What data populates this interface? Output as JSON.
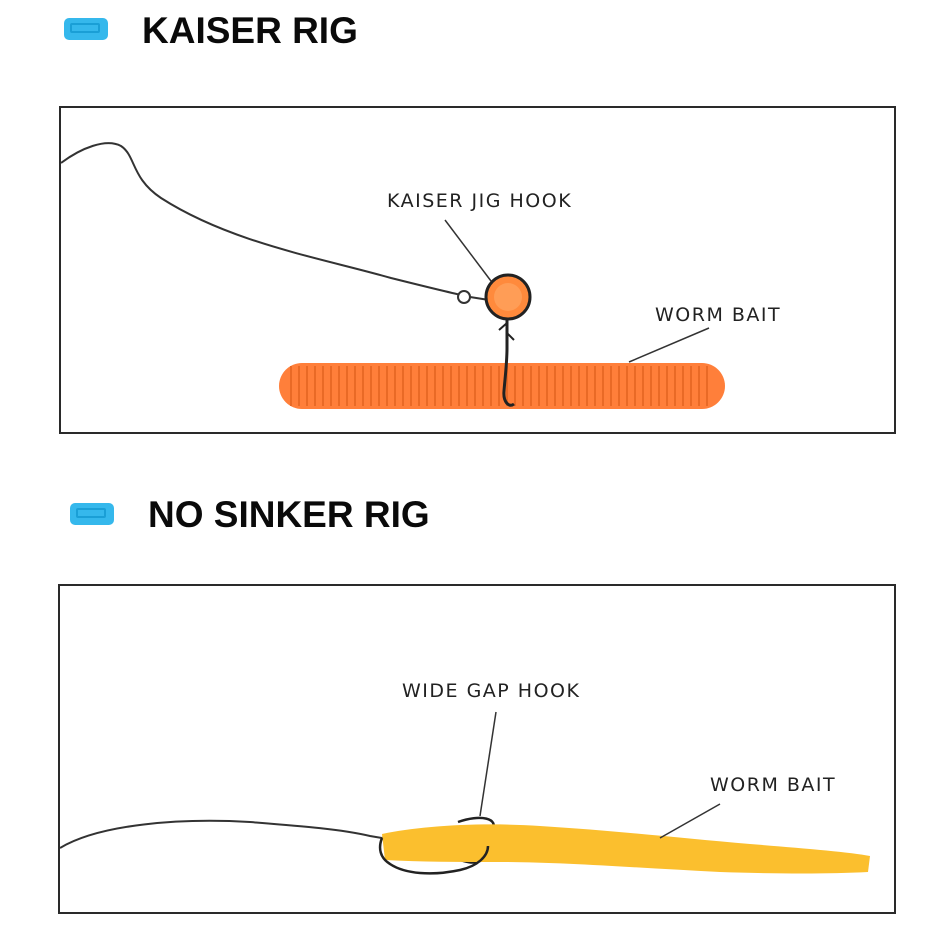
{
  "sections": [
    {
      "title": "KAISER RIG",
      "labels": {
        "hook": "KAISER JIG HOOK",
        "bait": "WORM BAIT"
      },
      "bait_color": "#ff7f3a",
      "jig_head_color": "#ff8a3c"
    },
    {
      "title": "NO SINKER RIG",
      "labels": {
        "hook": "WIDE GAP HOOK",
        "bait": "WORM BAIT"
      },
      "bait_color": "#fbbf2e"
    }
  ],
  "colors": {
    "badge": "#35b8ec",
    "line": "#333333",
    "border": "#2a2a2a"
  },
  "icons": [
    "badge-icon"
  ]
}
